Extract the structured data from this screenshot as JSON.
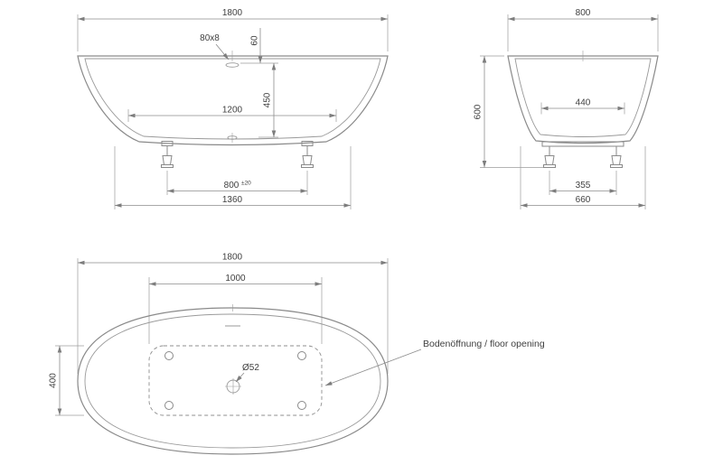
{
  "drawing": {
    "front": {
      "overall_width": "1800",
      "overflow_size": "80x8",
      "overflow_offset": "60",
      "inner_depth": "450",
      "inner_width": "1200",
      "feet_spacing": "800",
      "feet_spacing_tolerance": "±20",
      "base_width": "1360"
    },
    "side": {
      "overall_width": "800",
      "overall_height": "600",
      "inner_width": "440",
      "feet_spacing": "355",
      "base_width": "660"
    },
    "plan": {
      "overall_length": "1800",
      "floor_opening_length": "1000",
      "floor_opening_width": "400",
      "drain_diameter": "Ø52",
      "floor_opening_label": "Bodenöffnung / floor opening"
    }
  }
}
